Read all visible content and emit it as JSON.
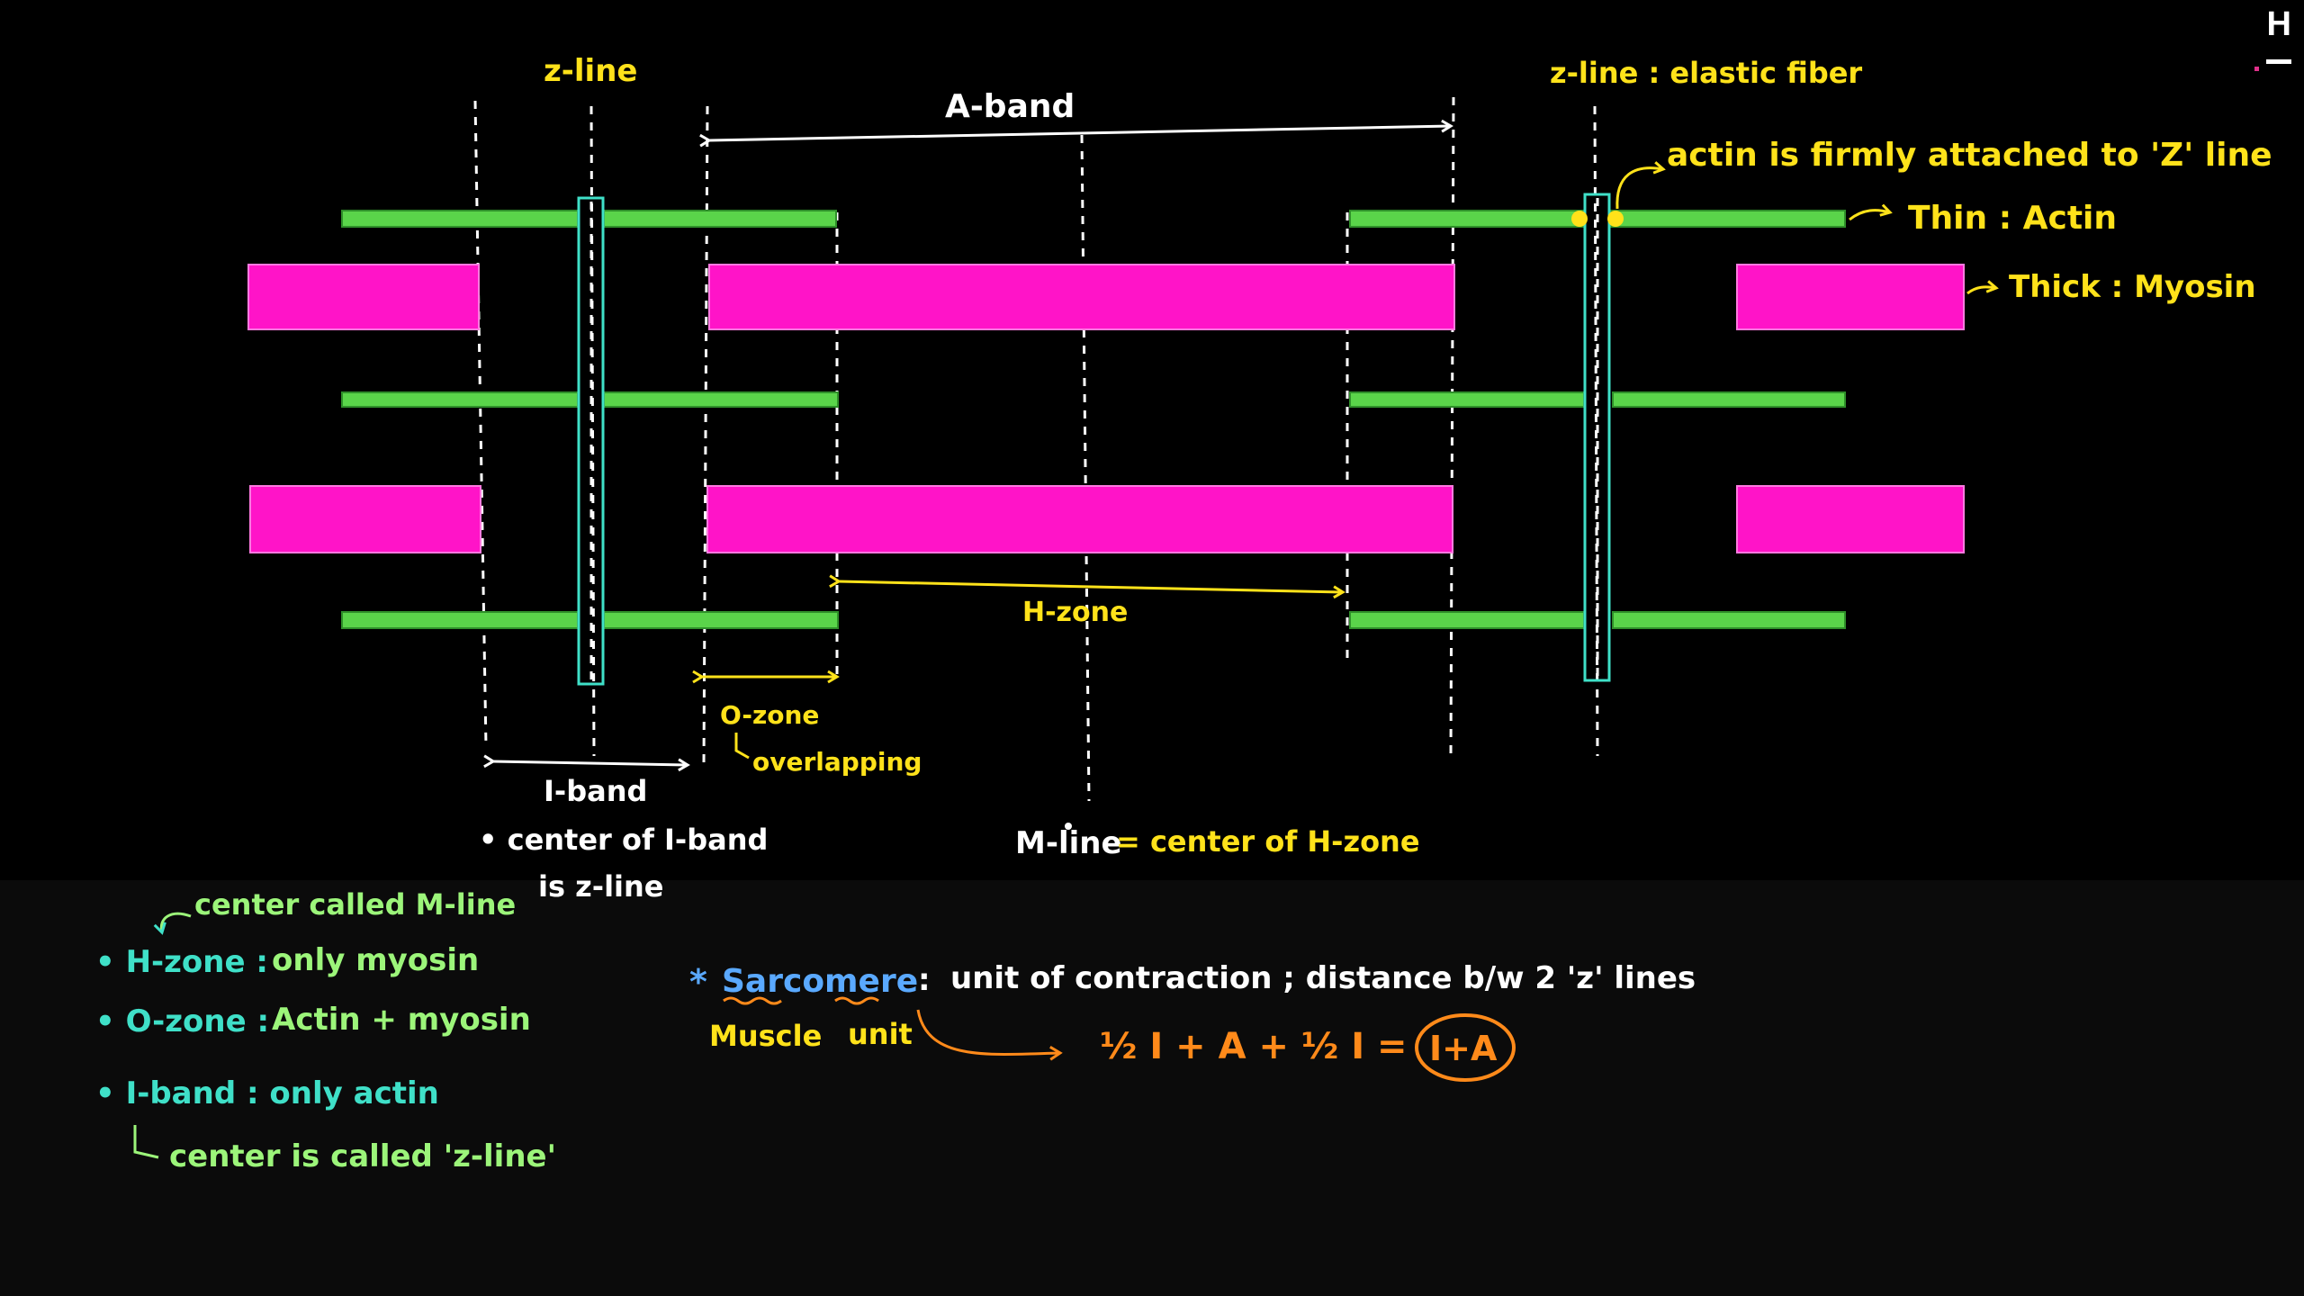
{
  "corner": {
    "letter": "H"
  },
  "colors": {
    "actin": "#5ad44a",
    "myosin": "#ff14c8",
    "zline": "#3fe0c8",
    "white": "#ffffff",
    "yellow": "#ffe21a",
    "cyan": "#3fe0c8",
    "green": "#9cf57a",
    "orange": "#ff8a1a",
    "blue": "#5aa9ff"
  },
  "labels": {
    "zline_left": "z-line",
    "zline_right": "z-line : elastic fiber",
    "a_band": "A-band",
    "actin_attached": "actin is firmly attached to 'Z' line",
    "thin": "Thin : Actin",
    "thick": "Thick : Myosin",
    "h_zone": "H-zone",
    "o_zone": "O-zone",
    "overlapping": "overlapping",
    "i_band": "I-band",
    "i_center_1": "• center of I-band",
    "i_center_2": "is z-line",
    "m_line": "M-line",
    "m_line_def": "= center of H-zone"
  },
  "notes": {
    "center_m": "center called M-line",
    "h_zone_label": "• H-zone :",
    "h_zone_val": "only myosin",
    "o_zone_label": "• O-zone :",
    "o_zone_val": "Actin + myosin",
    "i_band_line": "• I-band : only actin",
    "center_z": "center is called 'z-line'",
    "star": "*",
    "sarcomere": "Sarcomere",
    "colon": ":",
    "sarcomere_def": "unit of contraction ; distance b/w 2 'z' lines",
    "muscle": "Muscle",
    "unit": "unit",
    "formula": "½ I + A + ½ I =",
    "result": "I+A"
  }
}
